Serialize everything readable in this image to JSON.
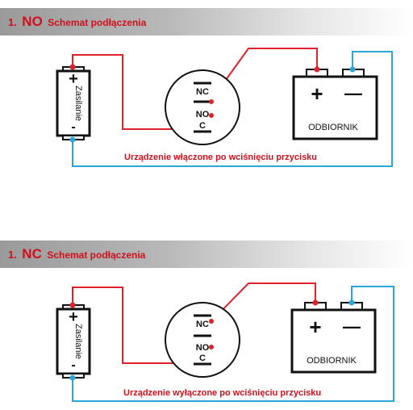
{
  "sections": [
    {
      "number": "1.",
      "code": "NO",
      "title": "Schemat podłączenia",
      "power_label": "Zasilanie",
      "power_plus": "+",
      "power_minus": "-",
      "switch_nc": "NC",
      "switch_no": "NO",
      "switch_c": "C",
      "load_plus": "+",
      "load_minus": "—",
      "load_label": "ODBIORNIK",
      "caption": "Urządzenie włączone po wciśnięciu przycisku"
    },
    {
      "number": "1.",
      "code": "NC",
      "title": "Schemat podłączenia",
      "power_label": "Zasilanie",
      "power_plus": "+",
      "power_minus": "-",
      "switch_nc": "NC",
      "switch_no": "NO",
      "switch_c": "C",
      "load_plus": "+",
      "load_minus": "—",
      "load_label": "ODBIORNIK",
      "caption": "Urządzenie wyłączone po wciśnięciu przycisku"
    }
  ],
  "colors": {
    "red_wire": "#e0232b",
    "blue_wire": "#2aa6d8",
    "caption": "#d0101c",
    "outline": "#111111"
  }
}
